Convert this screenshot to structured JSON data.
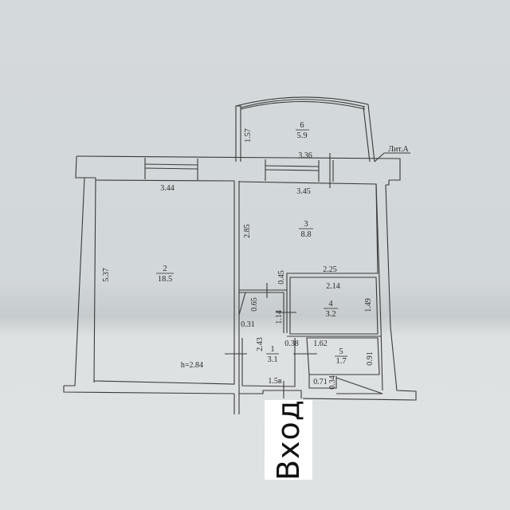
{
  "plan": {
    "litera_label": "Лит.А",
    "ceiling_height": "h=2.84",
    "rooms": [
      {
        "id": "1",
        "area": "3.1"
      },
      {
        "id": "2",
        "area": "18.5"
      },
      {
        "id": "3",
        "area": "8.8"
      },
      {
        "id": "4",
        "area": "3.2"
      },
      {
        "id": "5",
        "area": "1.7"
      },
      {
        "id": "6",
        "area": "5.9"
      }
    ],
    "dimensions": {
      "balcony_width": "3.36",
      "balcony_depth": "1.57",
      "room2_width": "3.44",
      "room2_length": "5.37",
      "room3_width": "3.45",
      "room3_length": "2.85",
      "room4_outer_width": "2.25",
      "room4_width": "2.14",
      "room4_length": "1.49",
      "room4_side": "1.14",
      "niche_depth": "0.45",
      "niche_height": "0.65",
      "niche_width": "0.31",
      "room1_length": "2.43",
      "room1_width": "1.5в",
      "room1_offset": "0.38",
      "room5_width": "1.62",
      "room5_length": "0.91",
      "room5_step_width": "0.71",
      "room5_step_depth": "0.34"
    }
  },
  "entry": {
    "label": "Вход"
  },
  "colors": {
    "paper": "#d6dadb",
    "line": "#3a3a3a",
    "entry_bg": "#ffffff"
  }
}
